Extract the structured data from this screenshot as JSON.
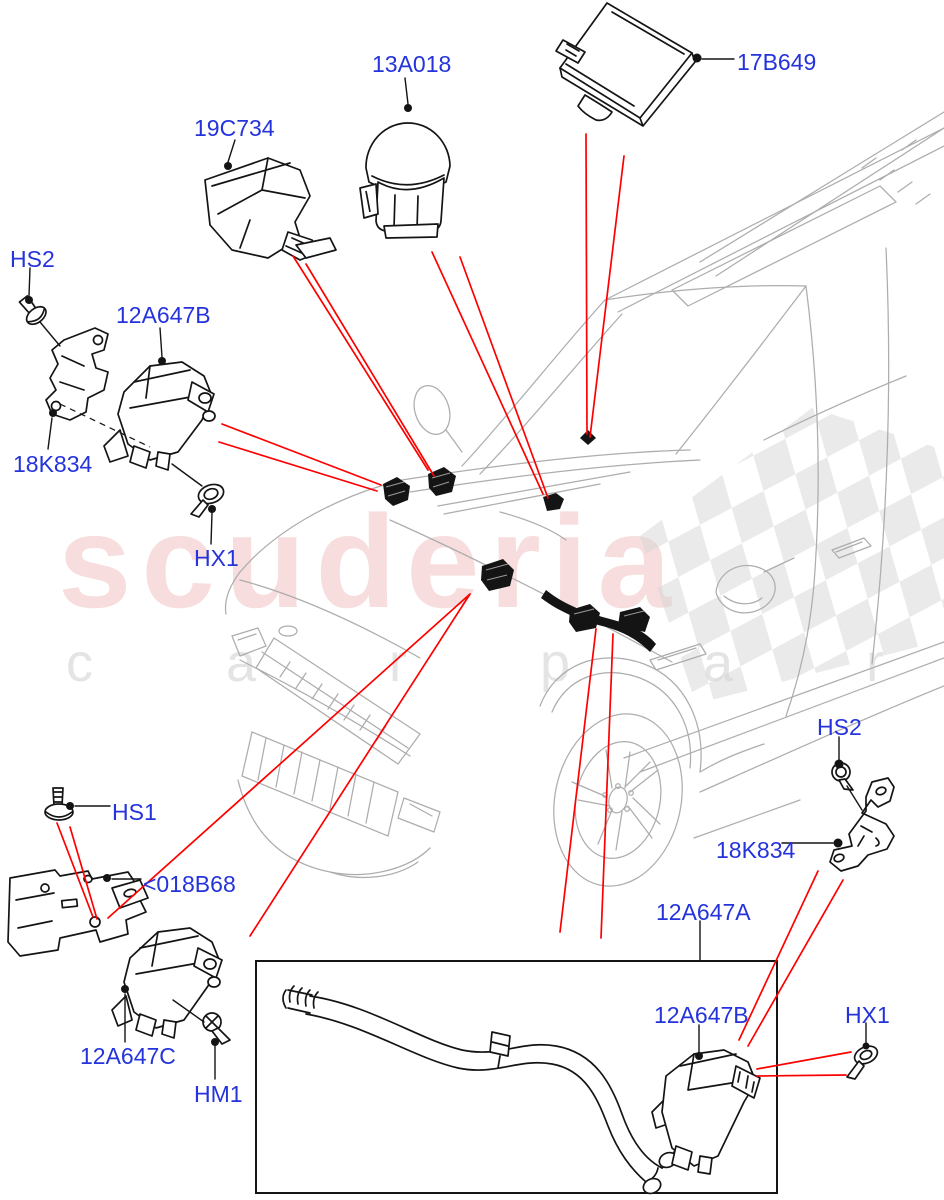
{
  "watermark": {
    "brand": "scuderia",
    "subtext": "c a r  p a r t s"
  },
  "colors": {
    "label_blue": "#2433DB",
    "callout_red": "#FF0000",
    "artwork_dark": "#141414",
    "car_line_gray": "#ADADAD",
    "watermark_pink": "#F3C9C9",
    "watermark_gray": "#E4E4E4",
    "checker_gray": "#D4D4D4"
  },
  "labels": {
    "p13a018": "13A018",
    "p17b649": "17B649",
    "p19c734": "19C734",
    "hs2_left": "HS2",
    "p12a647b_left": "12A647B",
    "p18k834_left": "18K834",
    "hx1_left": "HX1",
    "hs1": "HS1",
    "p018b68": "<018B68",
    "p12a647c": "12A647C",
    "hm1": "HM1",
    "hs2_right": "HS2",
    "p18k834_right": "18K834",
    "p12a647a": "12A647A",
    "p12a647b_box": "12A647B",
    "hx1_box": "HX1"
  }
}
